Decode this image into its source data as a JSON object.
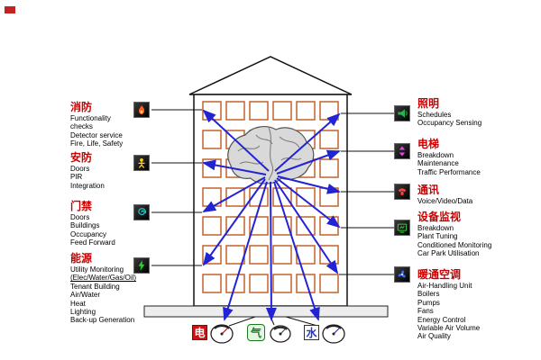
{
  "left_systems": [
    {
      "title": "消防",
      "icon": "fire-icon",
      "items": [
        "Functionality",
        "checks",
        "Detector service",
        "Fire, Life, Safety"
      ]
    },
    {
      "title": "安防",
      "icon": "security-icon",
      "items": [
        "Doors",
        "PIR",
        "Integration"
      ]
    },
    {
      "title": "门禁",
      "icon": "access-control-icon",
      "items": [
        "Doors",
        "Buildings",
        "Occupancy",
        "Feed Forward"
      ]
    },
    {
      "title": "能源",
      "icon": "energy-icon",
      "items": [
        "Utility Monitoring",
        "(Elec/Water/Gas/Oil)",
        "Tenant Building",
        "Air/Water",
        "Heat",
        "Lighting",
        "Back-up Generation"
      ]
    }
  ],
  "right_systems": [
    {
      "title": "照明",
      "icon": "lighting-icon",
      "items": [
        "Schedules",
        "Occupancy Sensing"
      ]
    },
    {
      "title": "电梯",
      "icon": "elevator-icon",
      "items": [
        "Breakdown",
        "Maintenance",
        "Traffic Performance"
      ]
    },
    {
      "title": "通讯",
      "icon": "communication-icon",
      "items": [
        "Voice/Video/Data"
      ]
    },
    {
      "title": "设备监视",
      "icon": "equipment-monitor-icon",
      "items": [
        "Breakdown",
        "Plant Tuning",
        "Conditioned Monitoring",
        "Car Park Utilisation"
      ]
    },
    {
      "title": "暖通空调",
      "icon": "hvac-icon",
      "items": [
        "Air-Handling Unit",
        "Boilers",
        "Pumps",
        "Fans",
        "Energy Control",
        "Variable Air Volume",
        "Air Quality"
      ]
    }
  ],
  "meters": [
    {
      "label": "电",
      "color": "#cc1111"
    },
    {
      "label": "气",
      "color": "#1a7a1a"
    },
    {
      "label": "水",
      "color": "#2233cc"
    }
  ],
  "colors": {
    "arrow_blue": "#2323d6",
    "window_orange": "#c2622e",
    "title_red": "#cc0000",
    "brain_gray": "#d9d9d9"
  }
}
